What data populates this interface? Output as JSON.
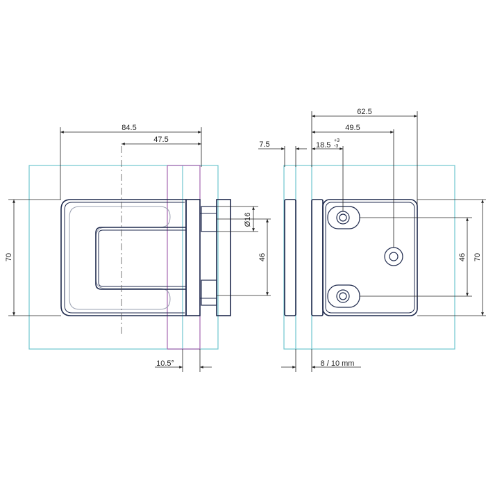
{
  "colors": {
    "outline": "#1f2a4d",
    "glass": "#6fc6cf",
    "wall": "#a566b0",
    "dimension": "#222222"
  },
  "left_view": {
    "dim_total_width": "84.5",
    "dim_center_offset": "47.5",
    "dim_height": "70",
    "dim_bolt_diameter": "Ø16",
    "dim_bolt_spacing": "46",
    "dim_angle": "10.5°"
  },
  "right_view": {
    "dim_depth": "62.5",
    "dim_center_hole": "49.5",
    "dim_slot": "18.5",
    "dim_slot_tol_plus": "+3",
    "dim_slot_tol_minus": "-3",
    "dim_offset": "7.5",
    "dim_bolt_spacing": "46",
    "dim_height": "70",
    "dim_glass_thickness": "8 / 10 mm"
  }
}
